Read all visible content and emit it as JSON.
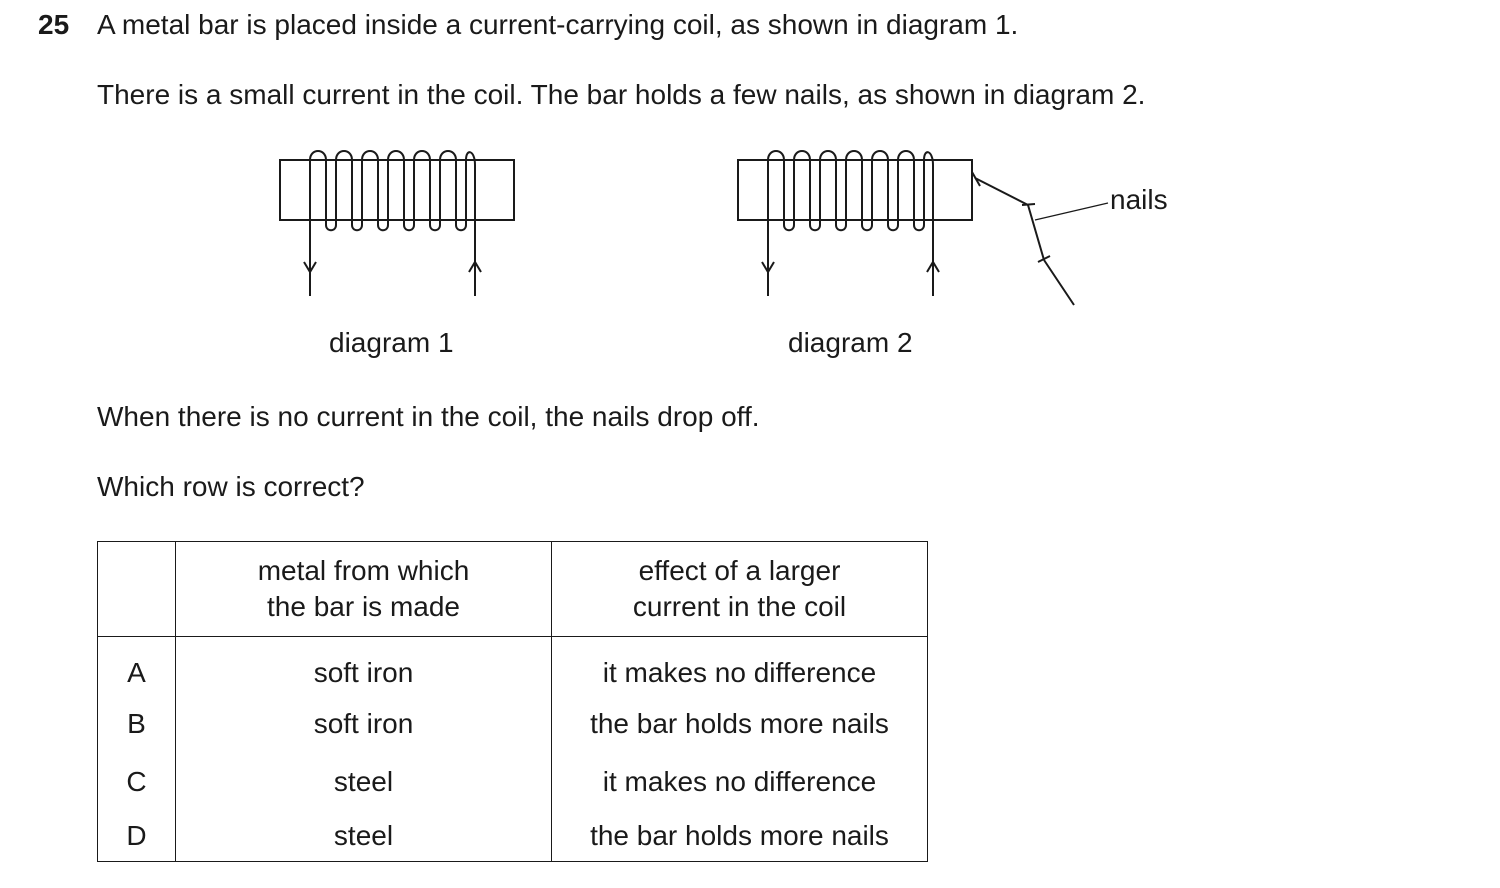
{
  "question": {
    "number": "25",
    "line1": "A metal bar is placed inside a current-carrying coil, as shown in diagram 1.",
    "line2": "There is a small current in the coil. The bar holds a few nails, as shown in diagram 2.",
    "line3": "When there is no current in the coil, the nails drop off.",
    "line4": "Which row is correct?"
  },
  "diagrams": {
    "diagram1_label": "diagram 1",
    "diagram2_label": "diagram 2",
    "nails_label": "nails"
  },
  "table": {
    "header_metal_line1": "metal from which",
    "header_metal_line2": "the bar is made",
    "header_effect_line1": "effect of a larger",
    "header_effect_line2": "current in the coil",
    "rows": [
      {
        "key": "A",
        "metal": "soft iron",
        "effect": "it makes no difference"
      },
      {
        "key": "B",
        "metal": "soft iron",
        "effect": "the bar holds more nails"
      },
      {
        "key": "C",
        "metal": "steel",
        "effect": "it makes no difference"
      },
      {
        "key": "D",
        "metal": "steel",
        "effect": "the bar holds more nails"
      }
    ]
  }
}
